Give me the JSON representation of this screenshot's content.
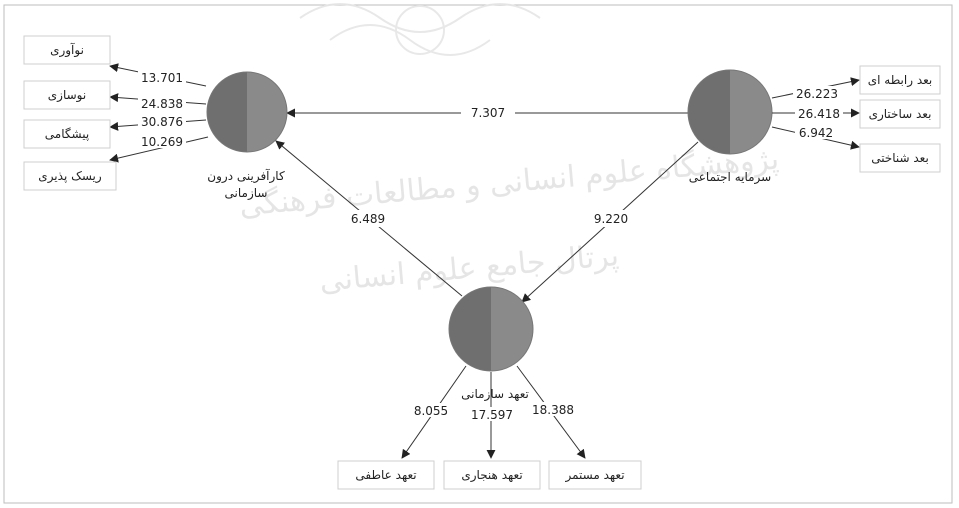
{
  "watermark": {
    "line1": "پژوهشگاه علوم انسانی و مطالعات فرهنگی",
    "line2": "پرتال جامع علوم انسانی"
  },
  "latents": {
    "intrapreneurship": {
      "label_line1": "کارآفرینی درون",
      "label_line2": "سازمانی",
      "left_color": "#6f6f6f",
      "right_color": "#8a8a8a"
    },
    "social_capital": {
      "label_line1": "سرمایه اجتماعی",
      "label_line2": "",
      "left_color": "#6f6f6f",
      "right_color": "#8a8a8a"
    },
    "commitment": {
      "label_line1": "تعهد سازمانی",
      "label_line2": "",
      "left_color": "#6f6f6f",
      "right_color": "#8a8a8a"
    }
  },
  "indicators": {
    "intrapreneurship": [
      {
        "label": "نوآوری",
        "coef": "13.701"
      },
      {
        "label": "نوسازی",
        "coef": "24.838"
      },
      {
        "label": "پیشگامی",
        "coef": "30.876"
      },
      {
        "label": "ریسک پذیری",
        "coef": "10.269"
      }
    ],
    "social_capital": [
      {
        "label": "بعد رابطه ای",
        "coef": "26.223"
      },
      {
        "label": "بعد ساختاری",
        "coef": "26.418"
      },
      {
        "label": "بعد شناختی",
        "coef": "6.942"
      }
    ],
    "commitment": [
      {
        "label": "تعهد عاطفی",
        "coef": "8.055"
      },
      {
        "label": "تعهد هنجاری",
        "coef": "17.597"
      },
      {
        "label": "تعهد مستمر",
        "coef": "18.388"
      }
    ]
  },
  "paths": [
    {
      "id": "social-to-intrapreneurship",
      "coef": "7.307"
    },
    {
      "id": "commitment-to-intrapreneurship",
      "coef": "6.489"
    },
    {
      "id": "social-to-commitment",
      "coef": "9.220"
    }
  ]
}
